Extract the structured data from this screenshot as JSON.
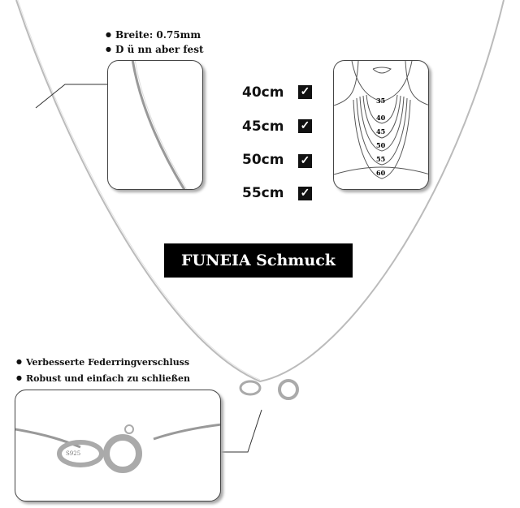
{
  "features_top": [
    "Breite: 0.75mm",
    "D ü nn aber fest"
  ],
  "lengths": [
    {
      "label": "40cm",
      "checked": true
    },
    {
      "label": "45cm",
      "checked": true
    },
    {
      "label": "50cm",
      "checked": true
    },
    {
      "label": "55cm",
      "checked": true
    }
  ],
  "size_chart_labels": [
    "35",
    "40",
    "45",
    "50",
    "55",
    "60"
  ],
  "brand": "FUNEIA Schmuck",
  "features_bottom": [
    "Verbesserte Federringverschluss",
    "Robust und einfach zu schließen"
  ],
  "clasp_stamp": "S925"
}
